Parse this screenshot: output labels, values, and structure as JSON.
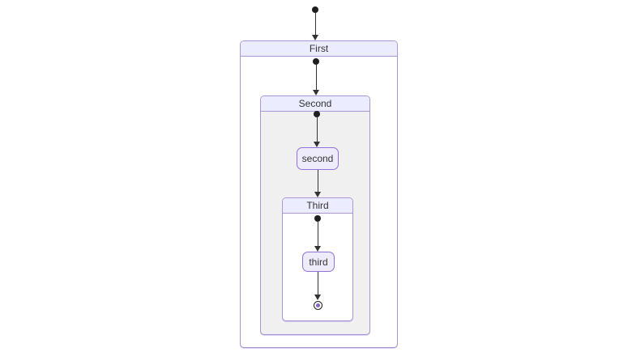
{
  "diagram": {
    "type": "state-diagram",
    "composites": [
      {
        "label": "First"
      },
      {
        "label": "Second"
      },
      {
        "label": "Third"
      }
    ],
    "nodes": [
      {
        "label": "second"
      },
      {
        "label": "third"
      }
    ]
  },
  "colors": {
    "background": "#ffffff",
    "title_fill": "#ececff",
    "node_fill": "#eeecfb",
    "node_border": "#9370db",
    "cluster_border": "#a896d6",
    "alt_background": "#f0f0f0",
    "line": "#333333",
    "start_dot": "#1f1f1f",
    "end_inner": "#8a63c7",
    "text": "#333333"
  }
}
